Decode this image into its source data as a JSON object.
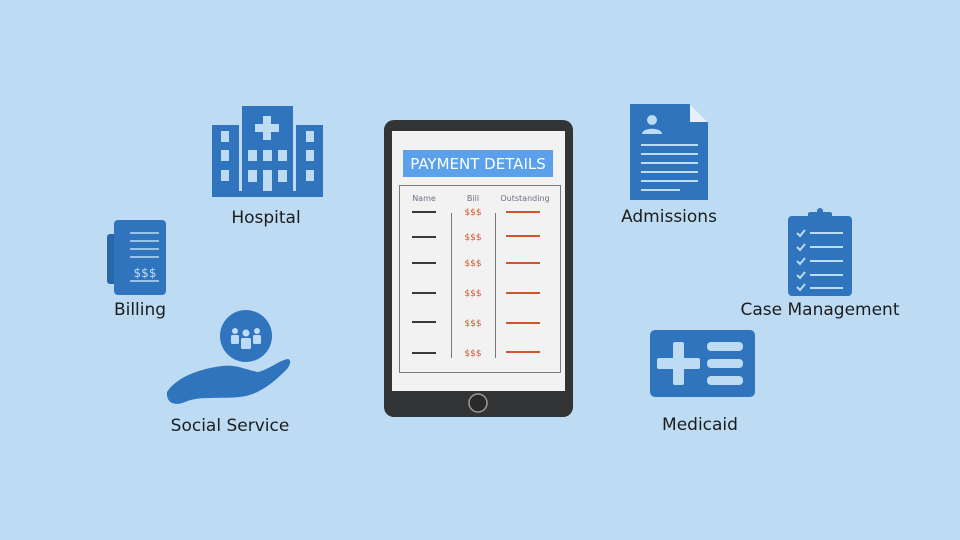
{
  "colors": {
    "background": "#bddcf3",
    "icon": "#2f74bd",
    "title_bar": "#5aa0ea",
    "accent": "#d0562a",
    "device": "#333333"
  },
  "tablet": {
    "title": "PAYMENT DETAILS",
    "columns": [
      "Name",
      "Bill",
      "Outstanding"
    ],
    "rows": [
      {
        "bill": "$$$"
      },
      {
        "bill": "$$$"
      },
      {
        "bill": "$$$"
      },
      {
        "bill": "$$$"
      },
      {
        "bill": "$$$"
      },
      {
        "bill": "$$$"
      }
    ]
  },
  "nodes": {
    "hospital": {
      "label": "Hospital",
      "icon": "hospital-icon"
    },
    "billing": {
      "label": "Billing",
      "icon": "billing-document-icon",
      "symbol": "$$$"
    },
    "social_service": {
      "label": "Social Service",
      "icon": "hand-people-icon"
    },
    "admissions": {
      "label": "Admissions",
      "icon": "profile-document-icon"
    },
    "case_management": {
      "label": "Case Management",
      "icon": "clipboard-checklist-icon"
    },
    "medicaid": {
      "label": "Medicaid",
      "icon": "medical-card-icon"
    }
  }
}
